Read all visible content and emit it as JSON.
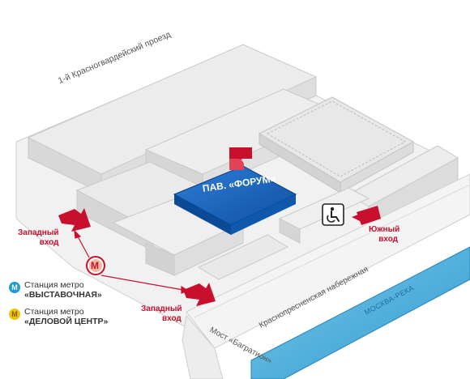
{
  "street_labels": {
    "north_street": "1-й Красногвардейский проезд",
    "embankment": "Краснопресненская набережная",
    "river": "МОСКВА-РЕКА",
    "bridge": "Мост «Багратион»"
  },
  "pavilion": {
    "name": "ПАВ. «ФОРУМ»",
    "logo_color": "#c8102e",
    "roof_color": "#1565c0"
  },
  "entrances": {
    "west_upper": {
      "line1": "Западный",
      "line2": "вход"
    },
    "west_lower": {
      "line1": "Западный",
      "line2": "вход"
    },
    "south": {
      "line1": "Южный",
      "line2": "вход"
    }
  },
  "metro_marker": {
    "letter": "М",
    "color": "#c8102e"
  },
  "legend": [
    {
      "icon": "metro-icon",
      "letter": "М",
      "color": "#1e9ad6",
      "line1": "Станция метро",
      "line2": "«ВЫСТАВОЧНАЯ»"
    },
    {
      "icon": "metro-icon",
      "letter": "М",
      "color": "#f2c300",
      "line1": "Станция метро",
      "line2": "«ДЕЛОВОЙ ЦЕНТР»"
    }
  ],
  "accessibility_sign": "wheelchair-icon",
  "colors": {
    "entrance_red": "#c8102e",
    "river_blue": "#4fb3dc",
    "building": "#e6e6e6"
  }
}
